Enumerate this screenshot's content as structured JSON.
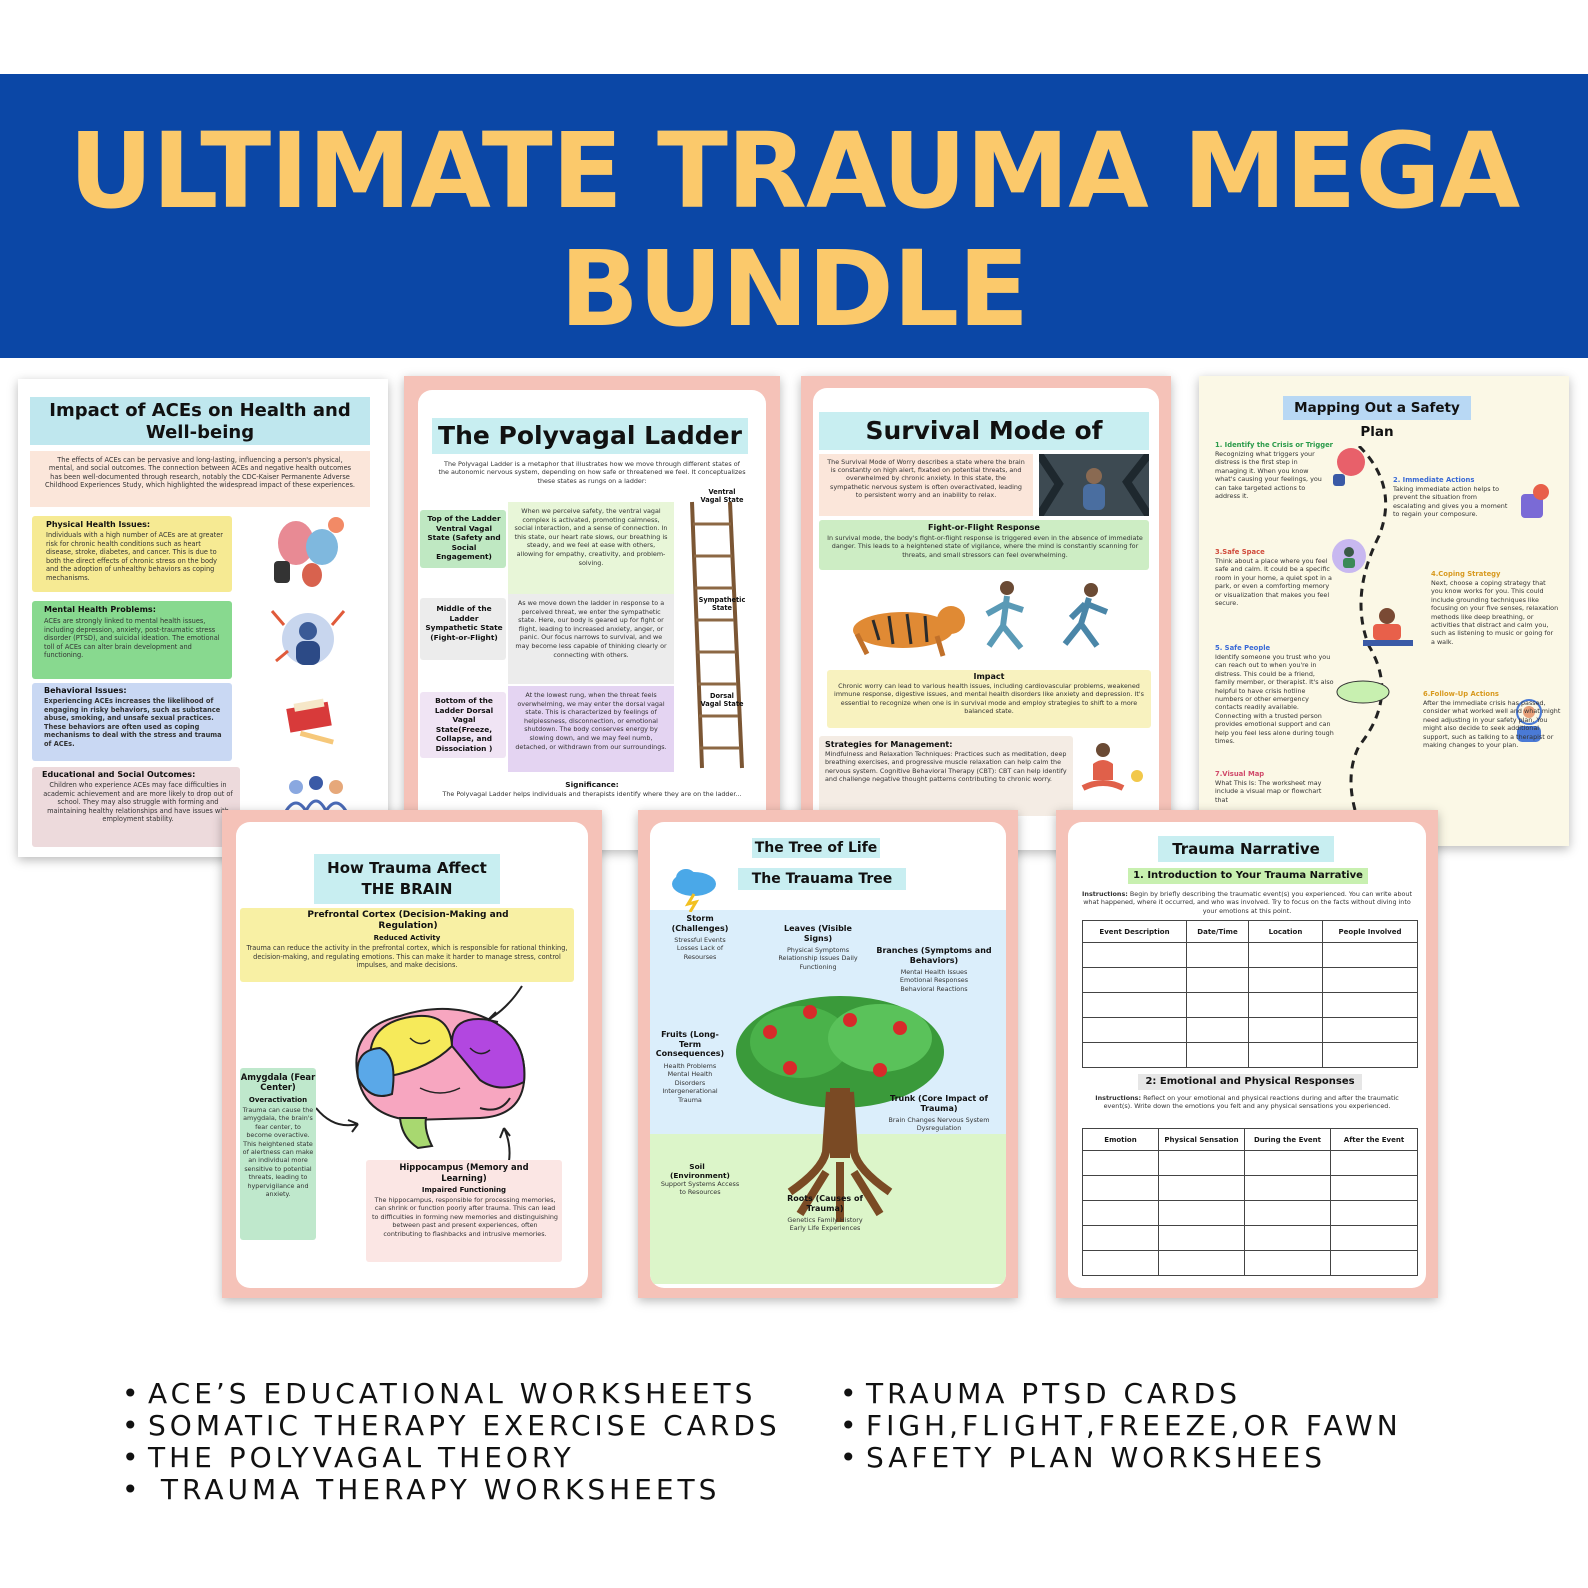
{
  "banner": {
    "title_line1": "ULTIMATE TRAUMA MEGA",
    "title_line2": "BUNDLE"
  },
  "cards": {
    "aces": {
      "title": "Impact of ACEs on Health and Well-being",
      "intro": "The effects of ACEs can be pervasive and long-lasting, influencing a person's physical, mental, and social outcomes. The connection between ACEs and negative health outcomes has been well-documented through research, notably the CDC-Kaiser Permanente Adverse Childhood Experiences Study, which highlighted the widespread impact of these experiences.",
      "sections": [
        {
          "heading": "Physical Health Issues:",
          "text": "Individuals with a high number of ACEs are at greater risk for chronic health conditions such as heart disease, stroke, diabetes, and cancer. This is due to both the direct effects of chronic stress on the body and the adoption of unhealthy behaviors as coping mechanisms."
        },
        {
          "heading": "Mental Health Problems:",
          "text": "ACEs are strongly linked to mental health issues, including depression, anxiety, post-traumatic stress disorder (PTSD), and suicidal ideation. The emotional toll of ACEs can alter brain development and functioning."
        },
        {
          "heading": "Behavioral Issues:",
          "text": "Experiencing ACEs increases the likelihood of engaging in risky behaviors, such as substance abuse, smoking, and unsafe sexual practices. These behaviors are often used as coping mechanisms to deal with the stress and trauma of ACEs."
        },
        {
          "heading": "Educational and Social Outcomes:",
          "text": "Children who experience ACEs may face difficulties in academic achievement and are more likely to drop out of school. They may also struggle with forming and maintaining healthy relationships and have issues with employment stability."
        }
      ]
    },
    "polyvagal": {
      "title": "The Polyvagal Ladder",
      "intro": "The Polyvagal Ladder is a metaphor that illustrates how we move through different states of the autonomic nervous system, depending on how safe or threatened we feel. It conceptualizes these states as rungs on a ladder:",
      "rungs": [
        {
          "label": "Top of the Ladder Ventral Vagal State (Safety and Social Engagement)",
          "text": "When we perceive safety, the ventral vagal complex is activated, promoting calmness, social interaction, and a sense of connection. In this state, our heart rate slows, our breathing is steady, and we feel at ease with others, allowing for empathy, creativity, and problem-solving."
        },
        {
          "label": "Middle of the Ladder Sympathetic State (Fight-or-Flight)",
          "text": "As we move down the ladder in response to a perceived threat, we enter the sympathetic state. Here, our body is geared up for fight or flight, leading to increased anxiety, anger, or panic. Our focus narrows to survival, and we may become less capable of thinking clearly or connecting with others."
        },
        {
          "label": "Bottom of the Ladder Dorsal Vagal State(Freeze, Collapse, and Dissociation )",
          "text": "At the lowest rung, when the threat feels overwhelming, we may enter the dorsal vagal state. This is characterized by feelings of helplessness, disconnection, or emotional shutdown. The body conserves energy by slowing down, and we may feel numb, detached, or withdrawn from our surroundings."
        }
      ],
      "ladder_labels": [
        "Ventral Vagal State",
        "Sympathetic State",
        "Dorsal Vagal State"
      ],
      "significance_heading": "Significance:",
      "significance_text": "The Polyvagal Ladder helps individuals and therapists identify where they are on the ladder..."
    },
    "worry": {
      "title": "Survival Mode of Worry",
      "intro": "The Survival Mode of Worry describes a state where the brain is constantly on high alert, fixated on potential threats, and overwhelmed by chronic anxiety. In this state, the sympathetic nervous system is often overactivated, leading to persistent worry and an inability to relax.",
      "ff_heading": "Fight-or-Flight Response",
      "ff_text": "In survival mode, the body's fight-or-flight response is triggered even in the absence of immediate danger. This leads to a heightened state of vigilance, where the mind is constantly scanning for threats, and small stressors can feel overwhelming.",
      "impact_heading": "Impact",
      "impact_text": "Chronic worry can lead to various health issues, including cardiovascular problems, weakened immune response, digestive issues, and mental health disorders like anxiety and depression. It's essential to recognize when one is in survival mode and employ strategies to shift to a more balanced state.",
      "strategies_heading": "Strategies for Management:",
      "strategies_text": "Mindfulness and Relaxation Techniques: Practices such as meditation, deep breathing exercises, and progressive muscle relaxation can help calm the nervous system. Cognitive Behavioral Therapy (CBT): CBT can help identify and challenge negative thought patterns contributing to chronic worry."
    },
    "safety": {
      "title": "Mapping Out a Safety Plan",
      "steps": [
        {
          "heading": "1. Identify the Crisis or Trigger",
          "text": "Recognizing what triggers your distress is the first step in managing it. When you know what's causing your feelings, you can take targeted actions to address it."
        },
        {
          "heading": "2. Immediate Actions",
          "text": "Taking immediate action helps to prevent the situation from escalating and gives you a moment to regain your composure."
        },
        {
          "heading": "3.Safe Space",
          "text": "Think about a place where you feel safe and calm. It could be a specific room in your home, a quiet spot in a park, or even a comforting memory or visualization that makes you feel secure."
        },
        {
          "heading": "4.Coping Strategy",
          "text": "Next, choose a coping strategy that you know works for you. This could include grounding techniques like focusing on your five senses, relaxation methods like deep breathing, or activities that distract and calm you, such as listening to music or going for a walk."
        },
        {
          "heading": "5. Safe People",
          "text": "Identify someone you trust who you can reach out to when you're in distress. This could be a friend, family member, or therapist. It's also helpful to have crisis hotline numbers or other emergency contacts readily available. Connecting with a trusted person provides emotional support and can help you feel less alone during tough times."
        },
        {
          "heading": "6.Follow-Up Actions",
          "text": "After the immediate crisis has passed, consider what worked well and what might need adjusting in your safety plan. You might also decide to seek additional support, such as talking to a therapist or making changes to your plan."
        },
        {
          "heading": "7.Visual Map",
          "text": "What This Is: The worksheet may include a visual map or flowchart that"
        }
      ]
    },
    "brain": {
      "title_line1": "How Trauma Affect",
      "title_line2": "THE BRAIN",
      "pfc_heading": "Prefrontal Cortex (Decision-Making and Regulation)",
      "pfc_sub": "Reduced Activity",
      "pfc_text": "Trauma can reduce the activity in the prefrontal cortex, which is responsible for rational thinking, decision-making, and regulating emotions. This can make it harder to manage stress, control impulses, and make decisions.",
      "amygdala_heading": "Amygdala (Fear Center)",
      "amygdala_sub": "Overactivation",
      "amygdala_text": "Trauma can cause the amygdala, the brain's fear center, to become overactive. This heightened state of alertness can make an individual more sensitive to potential threats, leading to hypervigilance and anxiety.",
      "hippo_heading": "Hippocampus (Memory and Learning)",
      "hippo_sub": "Impaired Functioning",
      "hippo_text": "The hippocampus, responsible for processing memories, can shrink or function poorly after trauma. This can lead to difficulties in forming new memories and distinguishing between past and present experiences, often contributing to flashbacks and intrusive memories."
    },
    "tree": {
      "title1": "The Tree of Life",
      "title2": "The Trauama Tree",
      "labels": [
        {
          "heading": "Storm (Challenges)",
          "text": "Stressful Events Losses Lack of Resourses"
        },
        {
          "heading": "Leaves (Visible Signs)",
          "text": "Physical Symptoms Relationship Issues Daily Functioning"
        },
        {
          "heading": "Branches (Symptoms and Behaviors)",
          "text": "Mental Health Issues Emotional Responses Behavioral Reactions"
        },
        {
          "heading": "Fruits (Long-Term Consequences)",
          "text": "Health Problems Mental Health Disorders Intergenerational Trauma"
        },
        {
          "heading": "Trunk (Core Impact of Trauma)",
          "text": "Brain Changes Nervous System Dysregulation"
        },
        {
          "heading": "Soil (Environment)",
          "text": "Support Systems Access to Resources"
        },
        {
          "heading": "Roots (Causes of Trauma)",
          "text": "Genetics Family History Early Life Experiences"
        }
      ]
    },
    "narrative": {
      "title": "Trauma Narrative",
      "section1": "1. Introduction to Your Trauma Narrative",
      "instructions1_label": "Instructions:",
      "instructions1": "Begin by briefly describing the traumatic event(s) you experienced. You can write about what happened, where it occurred, and who was involved. Try to focus on the facts without diving into your emotions at this point.",
      "table1_headers": [
        "Event Description",
        "Date/Time",
        "Location",
        "People Involved"
      ],
      "section2": "2: Emotional and Physical Responses",
      "instructions2_label": "Instructions:",
      "instructions2": "Reflect on your emotional and physical reactions during and after the traumatic event(s). Write down the emotions you felt and any physical sensations you experienced.",
      "table2_headers": [
        "Emotion",
        "Physical Sensation",
        "During the Event",
        "After the Event"
      ]
    }
  },
  "features": {
    "left": [
      "ACE’S EDUCATIONAL WORKSHEETS",
      "SOMATIC THERAPY EXERCISE CARDS",
      "THE POLYVAGAL THEORY",
      " TRAUMA THERAPY WORKSHEETS"
    ],
    "right": [
      "TRAUMA PTSD CARDS",
      "FIGH,FLIGHT,FREEZE,OR FAWN",
      "SAFETY PLAN WORKSHEES"
    ]
  }
}
